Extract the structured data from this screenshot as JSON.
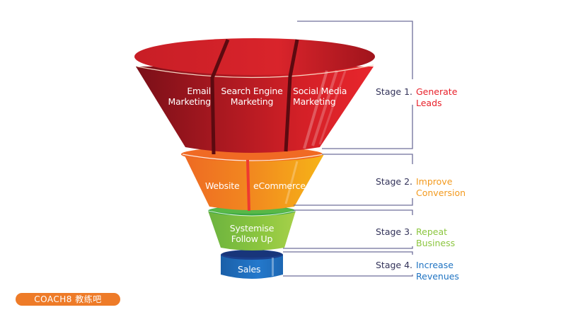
{
  "funnel": {
    "level1": {
      "segments": [
        {
          "label_line1": "Email",
          "label_line2": "Marketing"
        },
        {
          "label_line1": "Search Engine",
          "label_line2": "Marketing"
        },
        {
          "label_line1": "Social Media",
          "label_line2": "Marketing"
        }
      ],
      "color": "#d42027"
    },
    "level2": {
      "segments": [
        {
          "label_line1": "Website"
        },
        {
          "label_line1": "eCommerce"
        }
      ],
      "color": "#f39a1e"
    },
    "level3": {
      "label_line1": "Systemise",
      "label_line2": "Follow Up",
      "color": "#8cc63f"
    },
    "level4": {
      "label_line1": "Sales",
      "color": "#1f73c2"
    }
  },
  "stages": [
    {
      "number": "Stage 1.",
      "title_line1": "Generate",
      "title_line2": "Leads",
      "color": "#e8202a"
    },
    {
      "number": "Stage 2.",
      "title_line1": "Improve",
      "title_line2": "Conversion",
      "color": "#f39a1e"
    },
    {
      "number": "Stage 3.",
      "title_line1": "Repeat",
      "title_line2": "Business",
      "color": "#8cc63f"
    },
    {
      "number": "Stage 4.",
      "title_line1": "Increase",
      "title_line2": "Revenues",
      "color": "#1f73c2"
    }
  ],
  "logo": {
    "text": "COACH8 教练吧",
    "color": "#ee7b28"
  }
}
